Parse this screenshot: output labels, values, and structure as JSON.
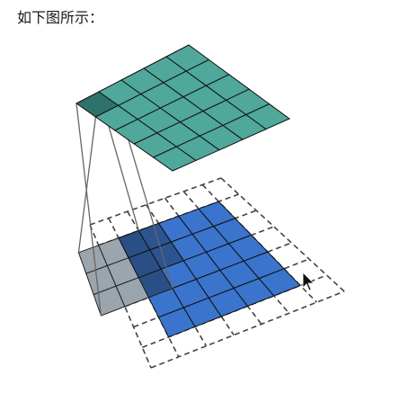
{
  "caption": "如下图所示：",
  "colors": {
    "output_fill": "#4fa89a",
    "output_highlight": "#2d7369",
    "output_stroke": "#111111",
    "input_fill": "#3a74cc",
    "input_overlap": "#2a4f86",
    "input_stroke": "#111111",
    "kernel_fill": "#9aa5ae",
    "kernel_stroke": "#222222",
    "padding_stroke": "#444444",
    "projection_stroke": "#666666"
  },
  "diagram": {
    "output_grid_size": 5,
    "input_grid_size": 5,
    "padded_grid_size": 7,
    "kernel_size": 3,
    "highlighted_output_cell": [
      0,
      0
    ]
  },
  "icons": {
    "cursor": "mouse-cursor-icon"
  }
}
